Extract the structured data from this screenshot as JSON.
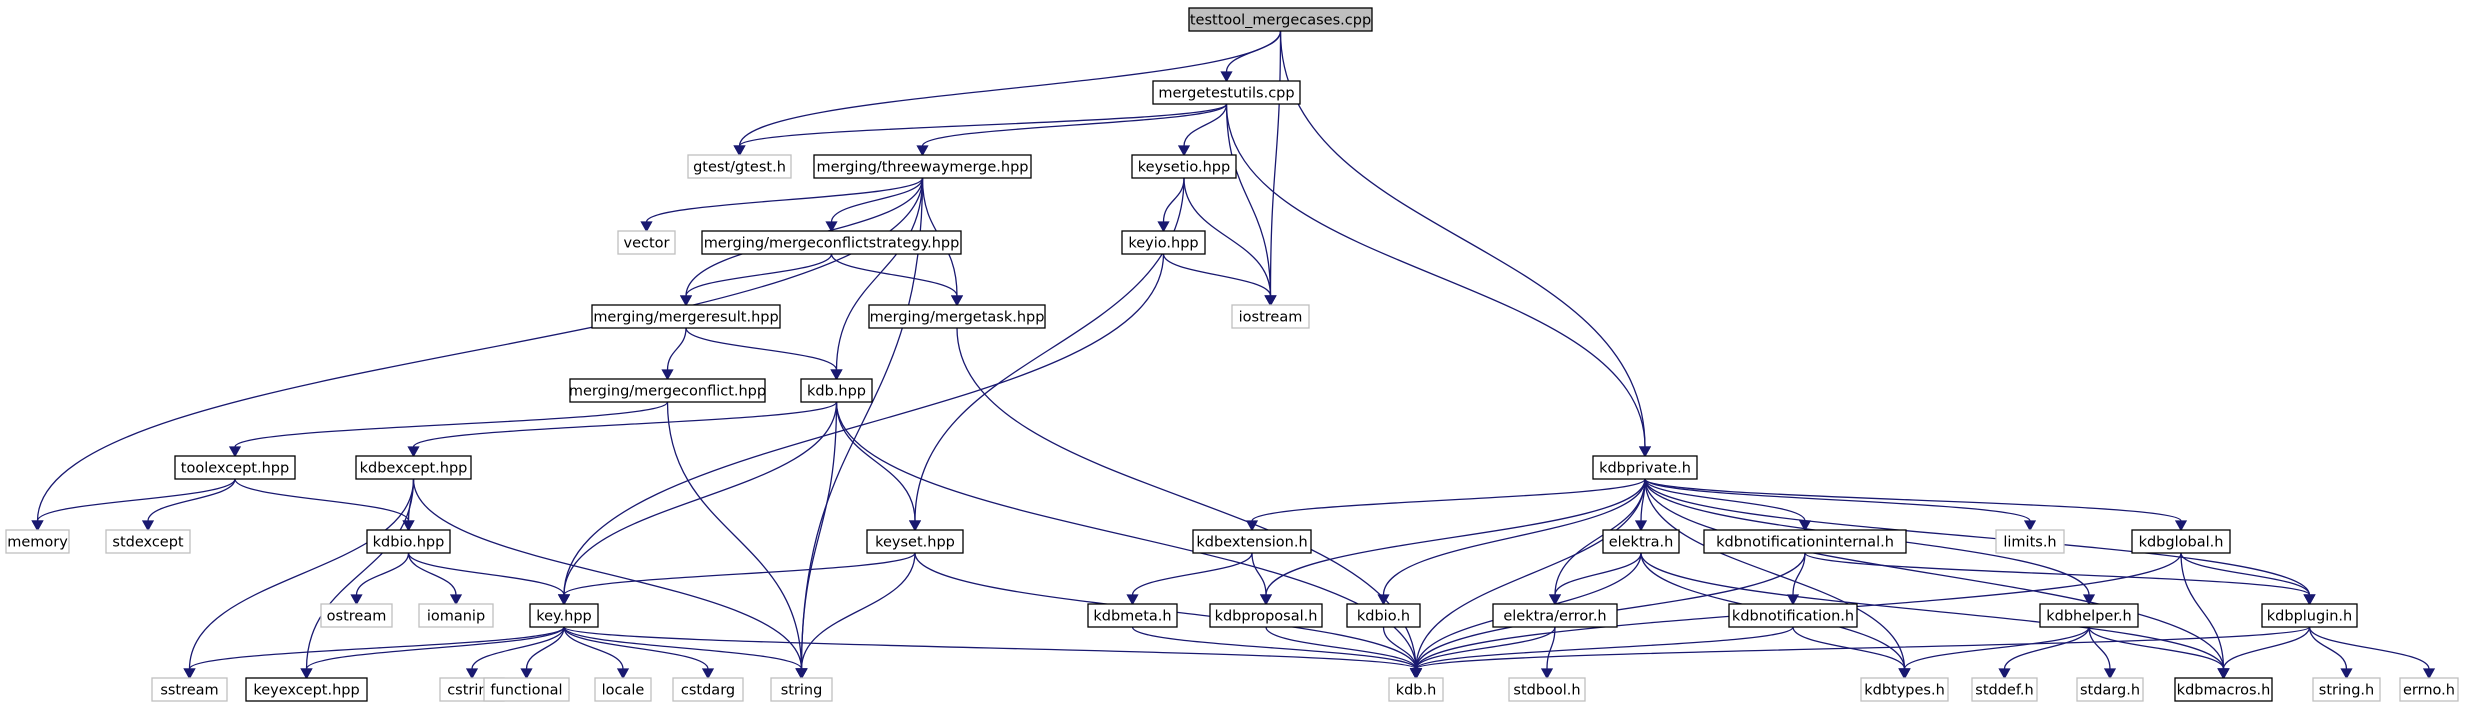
{
  "colors": {
    "edge": "#191970",
    "node_border": "#000000",
    "system_border": "#bfbfbf",
    "root_fill": "#bfbfbf",
    "node_fill": "#ffffff"
  },
  "nodes": [
    {
      "id": "root",
      "label": "testtool_mergecases.cpp",
      "kind": "root"
    },
    {
      "id": "mergetestutils",
      "label": "mergetestutils.cpp",
      "kind": "file"
    },
    {
      "id": "gtest",
      "label": "gtest/gtest.h",
      "kind": "system"
    },
    {
      "id": "threewaymerge",
      "label": "merging/threewaymerge.hpp",
      "kind": "file"
    },
    {
      "id": "keysetio",
      "label": "keysetio.hpp",
      "kind": "file"
    },
    {
      "id": "vector",
      "label": "vector",
      "kind": "system"
    },
    {
      "id": "mergeconflictstrategy",
      "label": "merging/mergeconflictstrategy.hpp",
      "kind": "file"
    },
    {
      "id": "keyio",
      "label": "keyio.hpp",
      "kind": "file"
    },
    {
      "id": "mergeresult",
      "label": "merging/mergeresult.hpp",
      "kind": "file"
    },
    {
      "id": "mergetask",
      "label": "merging/mergetask.hpp",
      "kind": "file"
    },
    {
      "id": "iostream",
      "label": "iostream",
      "kind": "system"
    },
    {
      "id": "mergeconflict",
      "label": "merging/mergeconflict.hpp",
      "kind": "file"
    },
    {
      "id": "kdbhpp",
      "label": "kdb.hpp",
      "kind": "file"
    },
    {
      "id": "toolexcept",
      "label": "toolexcept.hpp",
      "kind": "file"
    },
    {
      "id": "kdbexcept",
      "label": "kdbexcept.hpp",
      "kind": "file"
    },
    {
      "id": "kdbprivate",
      "label": "kdbprivate.h",
      "kind": "file"
    },
    {
      "id": "memory",
      "label": "memory",
      "kind": "system"
    },
    {
      "id": "stdexcept",
      "label": "stdexcept",
      "kind": "system"
    },
    {
      "id": "kdbio_hpp",
      "label": "kdbio.hpp",
      "kind": "file"
    },
    {
      "id": "keyset",
      "label": "keyset.hpp",
      "kind": "file"
    },
    {
      "id": "kdbextension",
      "label": "kdbextension.h",
      "kind": "file"
    },
    {
      "id": "elektra",
      "label": "elektra.h",
      "kind": "file"
    },
    {
      "id": "kdbnotificationinternal",
      "label": "kdbnotificationinternal.h",
      "kind": "file"
    },
    {
      "id": "limits",
      "label": "limits.h",
      "kind": "system"
    },
    {
      "id": "kdbglobal",
      "label": "kdbglobal.h",
      "kind": "file"
    },
    {
      "id": "ostream",
      "label": "ostream",
      "kind": "system"
    },
    {
      "id": "iomanip",
      "label": "iomanip",
      "kind": "system"
    },
    {
      "id": "keyhpp",
      "label": "key.hpp",
      "kind": "file"
    },
    {
      "id": "kdbmeta",
      "label": "kdbmeta.h",
      "kind": "file"
    },
    {
      "id": "kdbproposal",
      "label": "kdbproposal.h",
      "kind": "file"
    },
    {
      "id": "kdbio_h",
      "label": "kdbio.h",
      "kind": "file"
    },
    {
      "id": "elektraerror",
      "label": "elektra/error.h",
      "kind": "file"
    },
    {
      "id": "kdbnotification",
      "label": "kdbnotification.h",
      "kind": "file"
    },
    {
      "id": "kdbhelper",
      "label": "kdbhelper.h",
      "kind": "file"
    },
    {
      "id": "kdbplugin",
      "label": "kdbplugin.h",
      "kind": "file"
    },
    {
      "id": "sstream",
      "label": "sstream",
      "kind": "system"
    },
    {
      "id": "keyexcept",
      "label": "keyexcept.hpp",
      "kind": "file"
    },
    {
      "id": "cstring",
      "label": "cstring",
      "kind": "system"
    },
    {
      "id": "functional",
      "label": "functional",
      "kind": "system"
    },
    {
      "id": "locale",
      "label": "locale",
      "kind": "system"
    },
    {
      "id": "cstdarg",
      "label": "cstdarg",
      "kind": "system"
    },
    {
      "id": "string",
      "label": "string",
      "kind": "system"
    },
    {
      "id": "kdbh",
      "label": "kdb.h",
      "kind": "system"
    },
    {
      "id": "stdbool",
      "label": "stdbool.h",
      "kind": "system"
    },
    {
      "id": "kdbtypes",
      "label": "kdbtypes.h",
      "kind": "system"
    },
    {
      "id": "stddef",
      "label": "stddef.h",
      "kind": "system"
    },
    {
      "id": "stdarg",
      "label": "stdarg.h",
      "kind": "system"
    },
    {
      "id": "kdbmacros",
      "label": "kdbmacros.h",
      "kind": "file"
    },
    {
      "id": "stringh",
      "label": "string.h",
      "kind": "system"
    },
    {
      "id": "errno",
      "label": "errno.h",
      "kind": "system"
    }
  ],
  "edges": [
    [
      "root",
      "mergetestutils"
    ],
    [
      "root",
      "gtest"
    ],
    [
      "root",
      "iostream"
    ],
    [
      "root",
      "kdbprivate"
    ],
    [
      "mergetestutils",
      "gtest"
    ],
    [
      "mergetestutils",
      "threewaymerge"
    ],
    [
      "mergetestutils",
      "keysetio"
    ],
    [
      "mergetestutils",
      "iostream"
    ],
    [
      "mergetestutils",
      "kdbprivate"
    ],
    [
      "threewaymerge",
      "memory"
    ],
    [
      "threewaymerge",
      "vector"
    ],
    [
      "threewaymerge",
      "mergeconflictstrategy"
    ],
    [
      "threewaymerge",
      "mergeresult"
    ],
    [
      "threewaymerge",
      "mergetask"
    ],
    [
      "threewaymerge",
      "kdbhpp"
    ],
    [
      "threewaymerge",
      "string"
    ],
    [
      "mergeconflictstrategy",
      "mergeresult"
    ],
    [
      "mergeconflictstrategy",
      "mergetask"
    ],
    [
      "mergeresult",
      "mergeconflict"
    ],
    [
      "mergeresult",
      "kdbhpp"
    ],
    [
      "mergetask",
      "kdbh"
    ],
    [
      "mergeconflict",
      "toolexcept"
    ],
    [
      "mergeconflict",
      "string"
    ],
    [
      "keysetio",
      "keyio"
    ],
    [
      "keysetio",
      "keyset"
    ],
    [
      "keysetio",
      "iostream"
    ],
    [
      "keyio",
      "iostream"
    ],
    [
      "keyio",
      "keyhpp"
    ],
    [
      "kdbhpp",
      "kdbexcept"
    ],
    [
      "kdbhpp",
      "keyhpp"
    ],
    [
      "kdbhpp",
      "keyset"
    ],
    [
      "kdbhpp",
      "string"
    ],
    [
      "kdbhpp",
      "kdbh"
    ],
    [
      "toolexcept",
      "memory"
    ],
    [
      "toolexcept",
      "stdexcept"
    ],
    [
      "toolexcept",
      "kdbio_hpp"
    ],
    [
      "kdbexcept",
      "kdbio_hpp"
    ],
    [
      "kdbexcept",
      "keyexcept"
    ],
    [
      "kdbexcept",
      "sstream"
    ],
    [
      "kdbexcept",
      "string"
    ],
    [
      "kdbio_hpp",
      "ostream"
    ],
    [
      "kdbio_hpp",
      "iomanip"
    ],
    [
      "kdbio_hpp",
      "keyhpp"
    ],
    [
      "keyset",
      "keyhpp"
    ],
    [
      "keyset",
      "string"
    ],
    [
      "keyset",
      "kdbh"
    ],
    [
      "keyhpp",
      "sstream"
    ],
    [
      "keyhpp",
      "keyexcept"
    ],
    [
      "keyhpp",
      "cstring"
    ],
    [
      "keyhpp",
      "functional"
    ],
    [
      "keyhpp",
      "locale"
    ],
    [
      "keyhpp",
      "cstdarg"
    ],
    [
      "keyhpp",
      "string"
    ],
    [
      "keyhpp",
      "kdbh"
    ],
    [
      "kdbprivate",
      "kdbextension"
    ],
    [
      "kdbprivate",
      "elektra"
    ],
    [
      "kdbprivate",
      "kdbnotificationinternal"
    ],
    [
      "kdbprivate",
      "limits"
    ],
    [
      "kdbprivate",
      "kdbglobal"
    ],
    [
      "kdbprivate",
      "kdbproposal"
    ],
    [
      "kdbprivate",
      "kdbio_h"
    ],
    [
      "kdbprivate",
      "elektraerror"
    ],
    [
      "kdbprivate",
      "kdbh"
    ],
    [
      "kdbprivate",
      "kdbtypes"
    ],
    [
      "kdbprivate",
      "kdbhelper"
    ],
    [
      "kdbprivate",
      "kdbplugin"
    ],
    [
      "kdbprivate",
      "kdbmacros"
    ],
    [
      "kdbextension",
      "kdbmeta"
    ],
    [
      "kdbextension",
      "kdbproposal"
    ],
    [
      "kdbmeta",
      "kdbh"
    ],
    [
      "kdbproposal",
      "kdbh"
    ],
    [
      "kdbio_h",
      "kdbh"
    ],
    [
      "elektra",
      "elektraerror"
    ],
    [
      "elektra",
      "kdbh"
    ],
    [
      "elektra",
      "kdbtypes"
    ],
    [
      "elektra",
      "kdbmacros"
    ],
    [
      "elektraerror",
      "kdbh"
    ],
    [
      "elektraerror",
      "stdbool"
    ],
    [
      "kdbnotificationinternal",
      "kdbnotification"
    ],
    [
      "kdbnotificationinternal",
      "kdbh"
    ],
    [
      "kdbnotificationinternal",
      "kdbplugin"
    ],
    [
      "kdbnotification",
      "kdbh"
    ],
    [
      "kdbnotification",
      "kdbtypes"
    ],
    [
      "kdbglobal",
      "kdbplugin"
    ],
    [
      "kdbglobal",
      "kdbmacros"
    ],
    [
      "kdbglobal",
      "kdbh"
    ],
    [
      "kdbhelper",
      "kdbtypes"
    ],
    [
      "kdbhelper",
      "stddef"
    ],
    [
      "kdbhelper",
      "stdarg"
    ],
    [
      "kdbhelper",
      "kdbmacros"
    ],
    [
      "kdbplugin",
      "kdbh"
    ],
    [
      "kdbplugin",
      "kdbmacros"
    ],
    [
      "kdbplugin",
      "stringh"
    ],
    [
      "kdbplugin",
      "errno"
    ]
  ]
}
